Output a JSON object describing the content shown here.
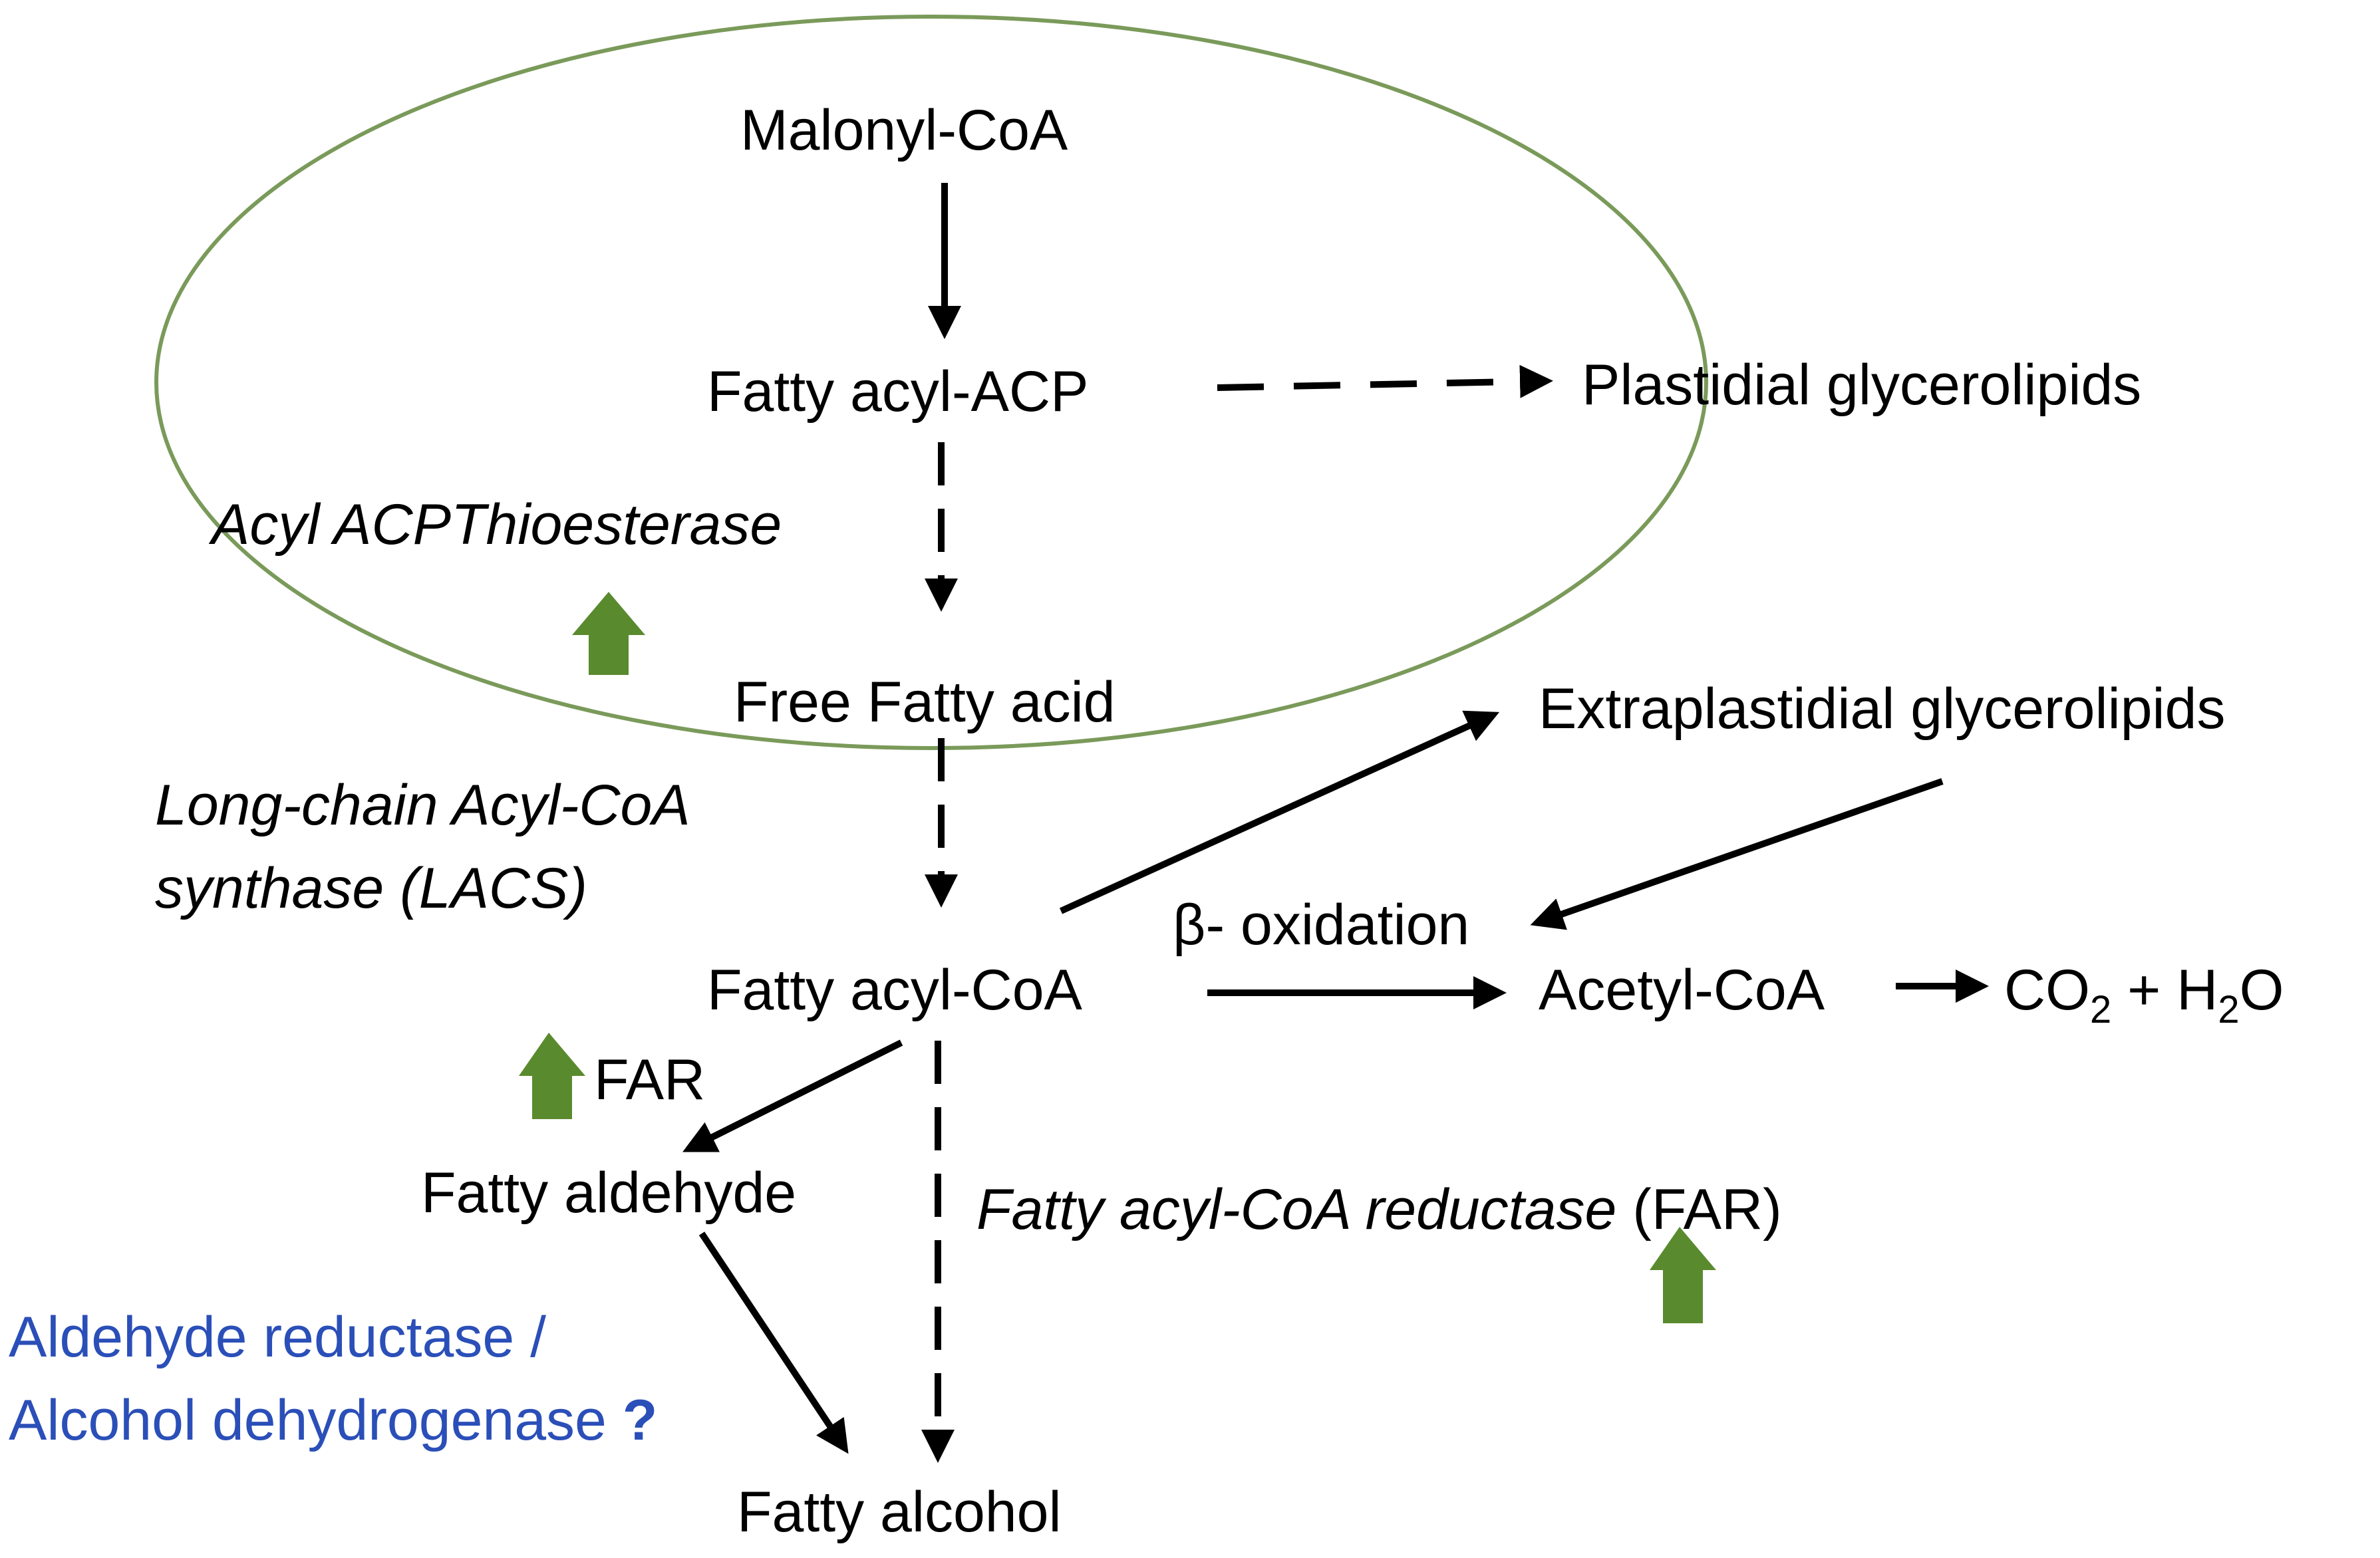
{
  "nodes": {
    "malonyl_coa": "Malonyl-CoA",
    "fatty_acyl_acp": "Fatty acyl-ACP",
    "plastidial_glycerolipids": "Plastidial glycerolipids",
    "free_fatty_acid": "Free Fatty acid",
    "extraplastidial_glycerolipids": "Extraplastidial glycerolipids",
    "fatty_acyl_coa": "Fatty acyl-CoA",
    "acetyl_coa": "Acetyl-CoA",
    "co2": "CO",
    "co2_sub": "2",
    "plus_h2o_prefix": " + H",
    "h2o_sub": "2",
    "h2o_suffix": "O",
    "fatty_aldehyde": "Fatty aldehyde",
    "fatty_alcohol": "Fatty alcohol"
  },
  "enzymes": {
    "thioesterase": "Acyl ACPThioesterase",
    "lacs_line1": "Long-chain Acyl-CoA",
    "lacs_line2": "synthase (LACS)",
    "beta_oxidation": "β- oxidation",
    "far_short": "FAR",
    "far_long_italic": "Fatty acyl-CoA reductase",
    "far_long_abbrev": " (FAR)",
    "aldehyde_line1": "Aldehyde reductase /",
    "aldehyde_line2": "Alcohol dehydrogenase",
    "aldehyde_question": " ?"
  },
  "colors": {
    "plastid_outline": "#7a9a5a",
    "upregulation_arrow": "#5a8a2e",
    "unknown_enzyme_text": "#2b4fb8",
    "arrow": "#000000"
  },
  "icons": {
    "upregulation": "up-arrow-icon"
  }
}
